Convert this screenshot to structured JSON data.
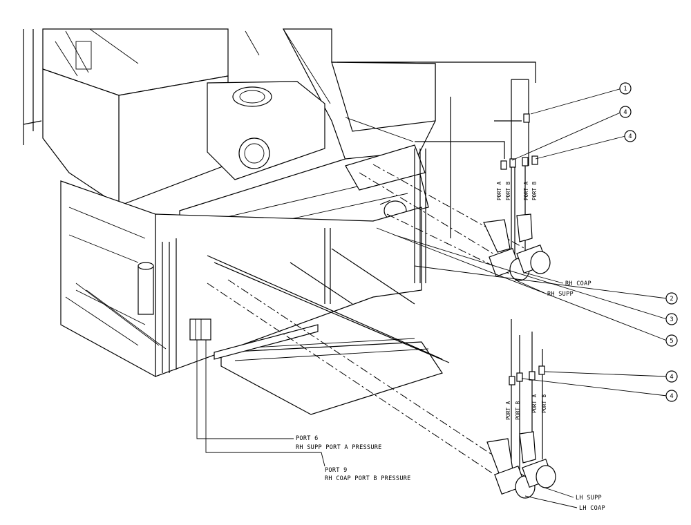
{
  "callouts": [
    "1",
    "4",
    "4",
    "2",
    "3",
    "5",
    "4",
    "4"
  ],
  "labels": {
    "rh_coap": "RH COAP",
    "rh_supp": "RH SUPP",
    "lh_supp": "LH SUPP",
    "lh_coap": "LH COAP",
    "port6_line1": "PORT 6",
    "port6_line2": "RH SUPP PORT A PRESSURE",
    "port9_line1": "PORT 9",
    "port9_line2": "RH COAP PORT B PRESSURE"
  },
  "port_labels": {
    "upper_left_a": "PORT A",
    "upper_left_b": "PORT B",
    "upper_right_a": "PORT A",
    "upper_right_b": "PORT B",
    "lower_left_a": "PORT A",
    "lower_left_b": "PORT B",
    "lower_right_a": "PORT A",
    "lower_right_b": "PORT B"
  }
}
